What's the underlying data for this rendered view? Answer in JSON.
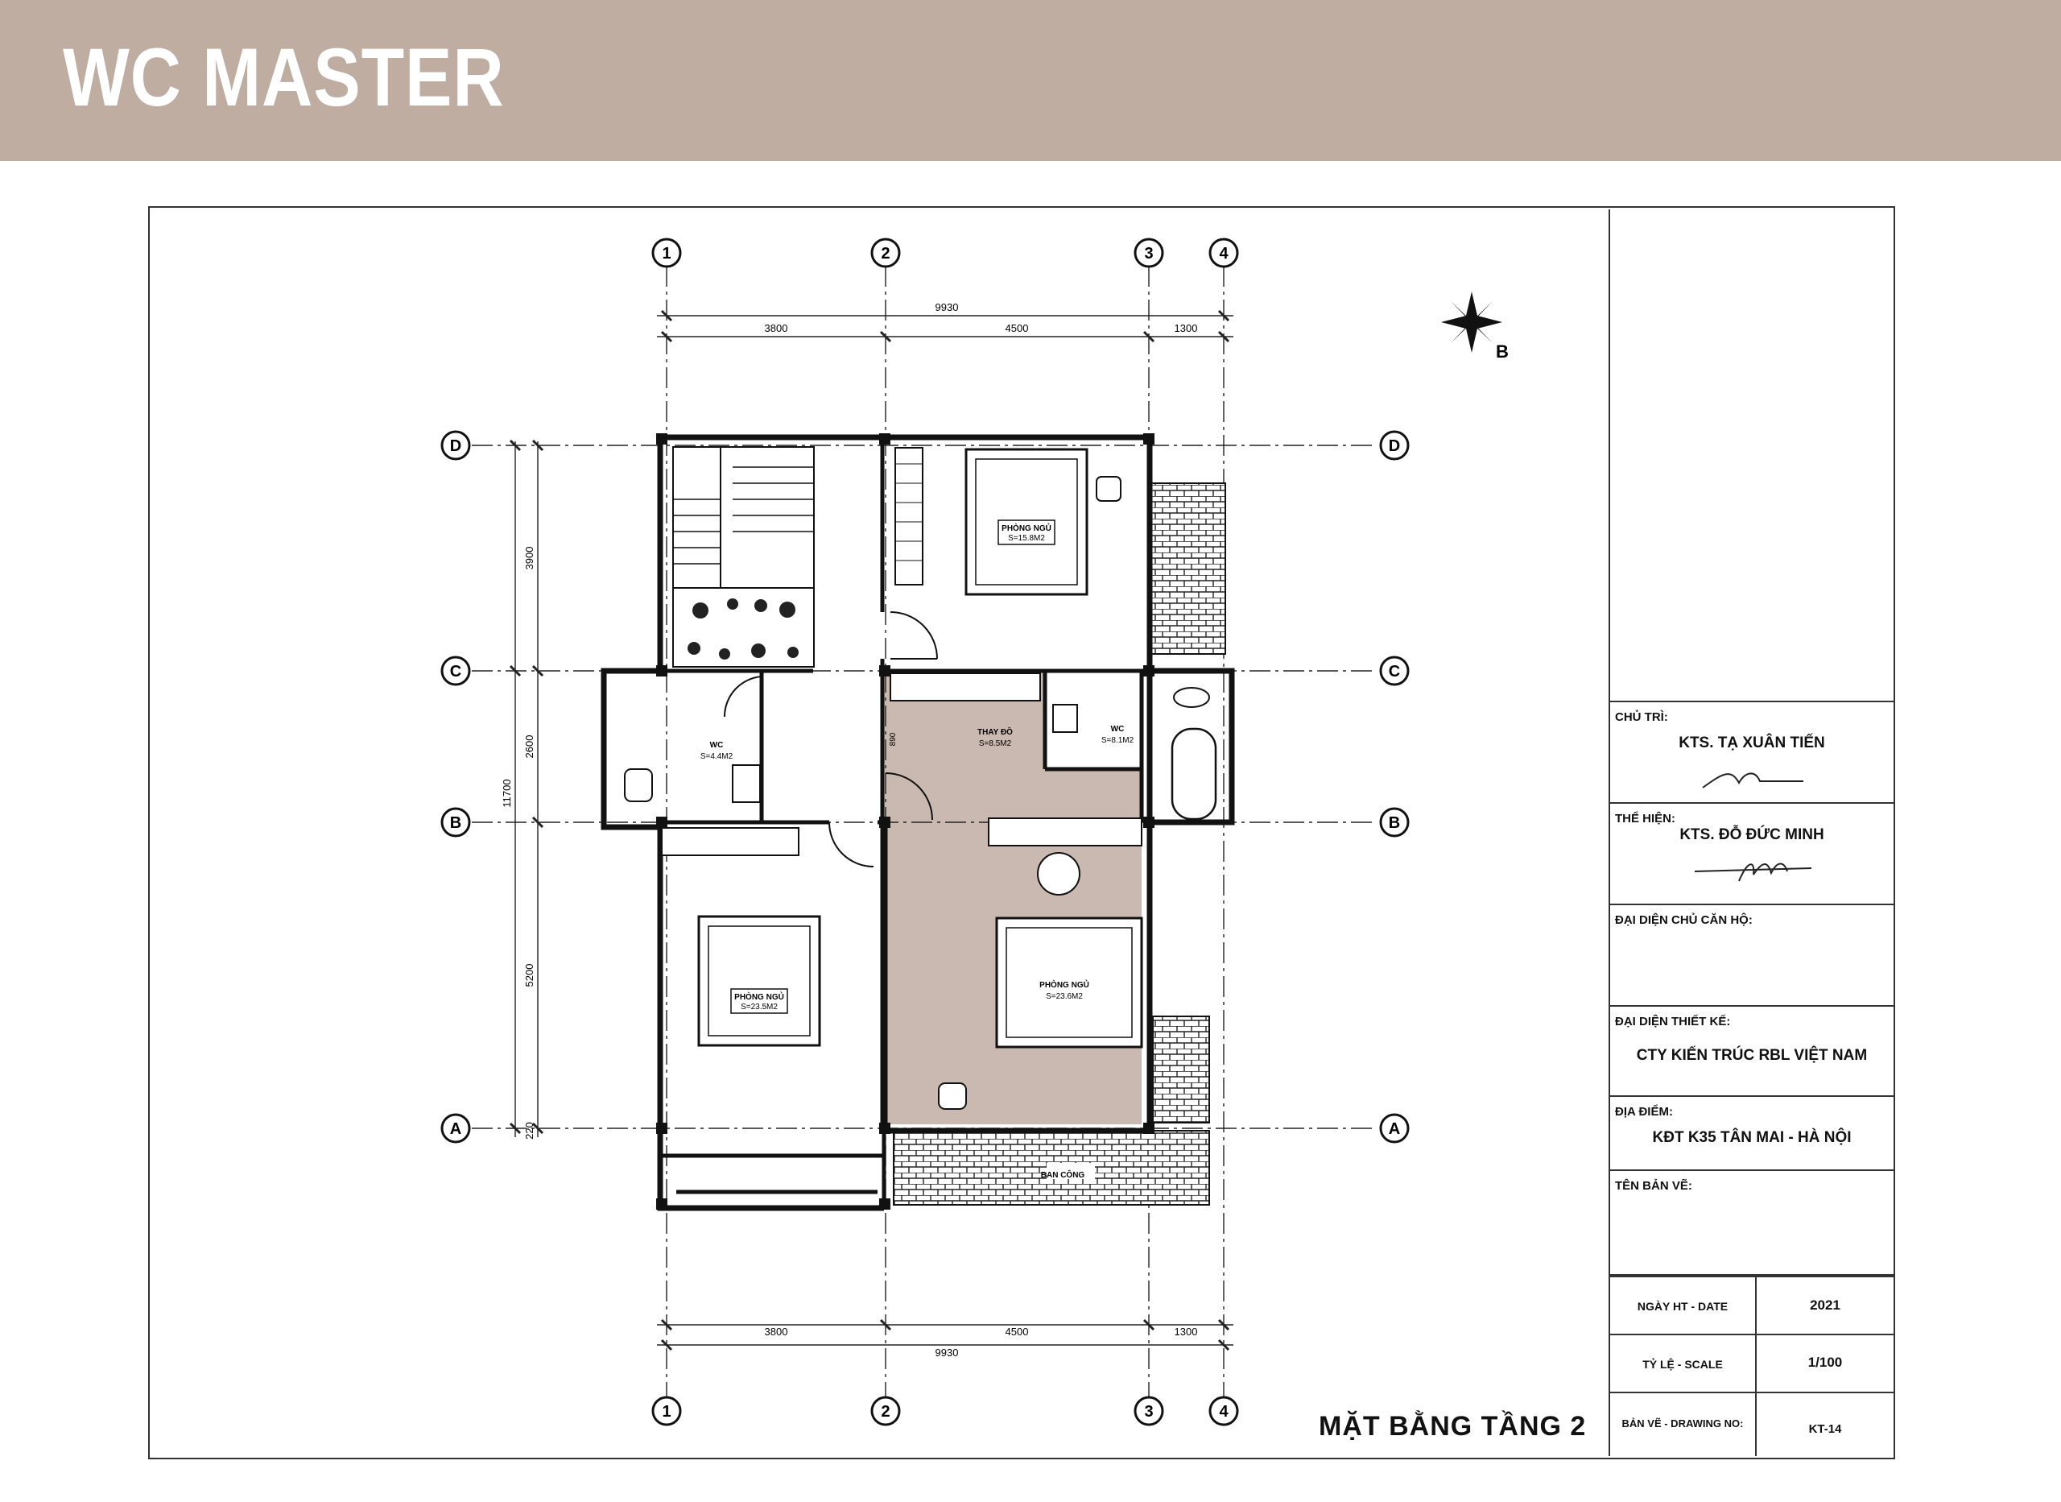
{
  "header": {
    "title": "WC MASTER"
  },
  "plan": {
    "title": "MẶT BẰNG TẦNG 2",
    "grid_cols": [
      "1",
      "2",
      "3",
      "4"
    ],
    "grid_rows": [
      "D",
      "C",
      "B",
      "A"
    ],
    "dim_top_total": "9930",
    "dim_top_parts": [
      "3800",
      "4500",
      "1300"
    ],
    "dim_bottom_total": "9930",
    "dim_bottom_parts": [
      "3800",
      "4500",
      "1300"
    ],
    "dim_left_total": "11700",
    "dim_left_parts": [
      "3900",
      "2600",
      "5200",
      "220"
    ],
    "north_label": "B",
    "rooms": {
      "bedroom_top": {
        "name": "PHÒNG NGỦ",
        "area": "S=15.8M2"
      },
      "bedroom_left": {
        "name": "PHÒNG NGỦ",
        "area": "S=23.5M2"
      },
      "bedroom_master": {
        "name": "PHÒNG NGỦ",
        "area": "S=23.6M2"
      },
      "wc_left": {
        "name": "WC",
        "area": "S=4.4M2"
      },
      "wc_master": {
        "name": "WC",
        "area": "S=8.1M2"
      },
      "dressing": {
        "name": "THAY ĐỒ",
        "area": "S=8.5M2"
      },
      "balcony": {
        "name": "BAN CÔNG"
      },
      "dim_890": "890"
    },
    "highlight_color": "#bfada2"
  },
  "title_block": {
    "chu_tri_label": "CHỦ TRÌ:",
    "chu_tri_name": "KTS. TẠ XUÂN TIẾN",
    "the_hien_label": "THỂ HIỆN:",
    "the_hien_name": "KTS. ĐỖ ĐỨC MINH",
    "dai_dien_chu_label": "ĐẠI DIỆN CHỦ CĂN HỘ:",
    "dai_dien_tk_label": "ĐẠI DIỆN THIẾT KẾ:",
    "dai_dien_tk_name": "CTY KIẾN TRÚC RBL VIỆT NAM",
    "dia_diem_label": "ĐỊA ĐIỂM:",
    "dia_diem_value": "KĐT K35 TÂN MAI -  HÀ NỘI",
    "ten_ban_ve_label": "TÊN BẢN VẼ:",
    "date_label": "NGÀY HT - DATE",
    "date_value": "2021",
    "scale_label": "TỶ LỆ - SCALE",
    "scale_value": "1/100",
    "drawing_no_label": "BẢN VẼ - DRAWING NO:",
    "drawing_no_value": "KT-14"
  }
}
